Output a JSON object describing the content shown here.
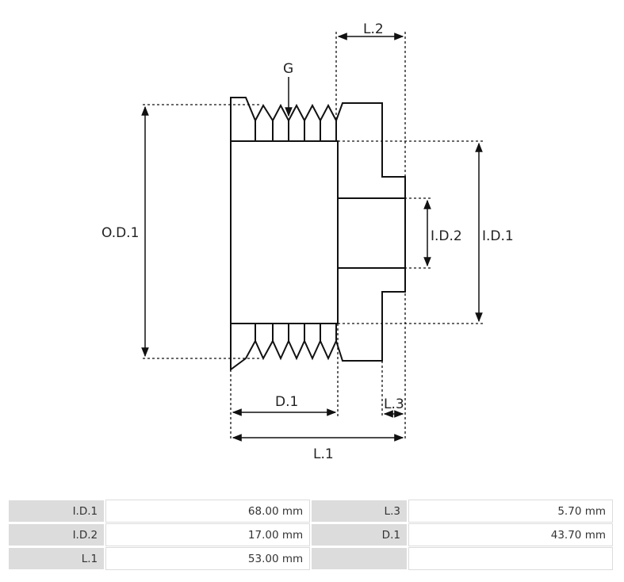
{
  "diagram": {
    "labels": {
      "G": "G",
      "L2": "L.2",
      "OD1": "O.D.1",
      "ID1": "I.D.1",
      "ID2": "I.D.2",
      "D1": "D.1",
      "L3": "L.3",
      "L1": "L.1"
    }
  },
  "specs": {
    "rows": [
      {
        "k1": "I.D.1",
        "v1": "68.00 mm",
        "k2": "L.3",
        "v2": "5.70 mm"
      },
      {
        "k1": "I.D.2",
        "v1": "17.00 mm",
        "k2": "D.1",
        "v2": "43.70 mm"
      },
      {
        "k1": "L.1",
        "v1": "53.00 mm",
        "k2": "",
        "v2": ""
      }
    ]
  }
}
